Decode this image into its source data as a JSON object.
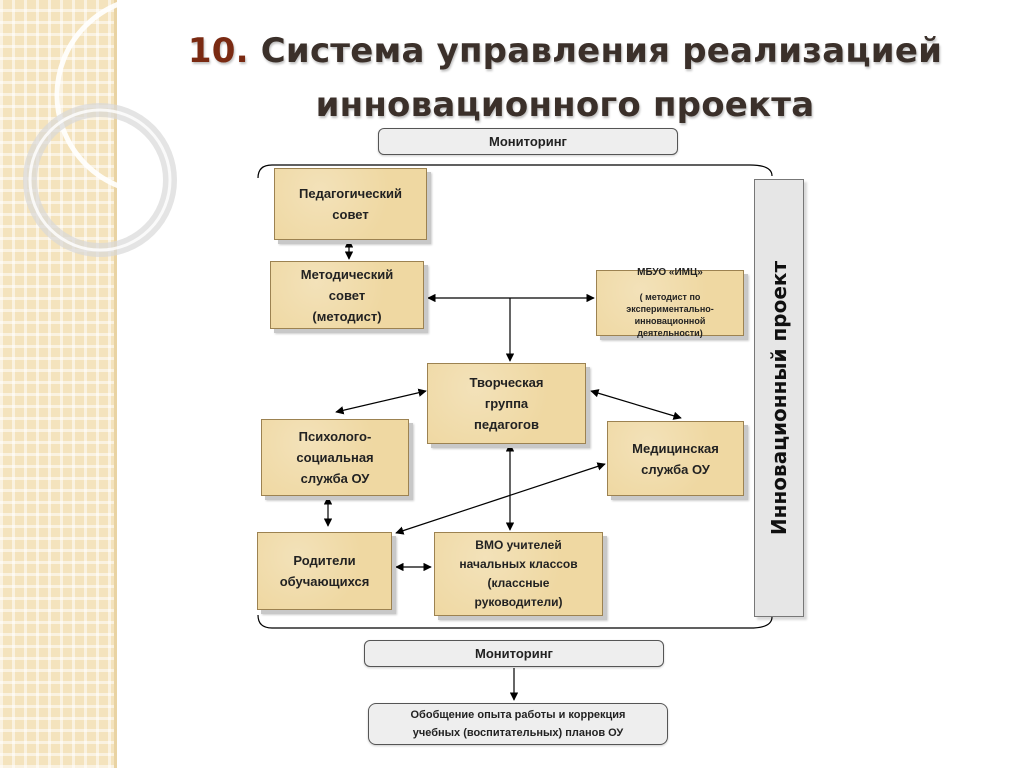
{
  "slide": {
    "title_number": "10.",
    "title_line1": "Система управления реализацией",
    "title_line2": "инновационного проекта"
  },
  "diagram": {
    "monitoring_top": "Мониторинг",
    "monitoring_bottom": "Мониторинг",
    "side_label": "Инновационный  проект",
    "ped_council": "Педагогический\nсовет",
    "method_council": "Методический\nсовет\n(методист)",
    "imc_title": "МБУО «ИМЦ»",
    "imc_sub": "( методист по\nэкспериментально-\nинновационной\nдеятельности)",
    "creative_group": "Творческая\nгруппа\nпедагогов",
    "psych_service": "Психолого-\nсоциальная\nслужба ОУ",
    "medical_service": "Медицинская\nслужба ОУ",
    "parents": "Родители\nобучающихся",
    "vmo": "ВМО учителей\nначальных классов\n(классные\nруководители)",
    "summary_line1": "Обобщение опыта работы и коррекция",
    "summary_line2": "учебных (воспитательных) планов ОУ"
  }
}
